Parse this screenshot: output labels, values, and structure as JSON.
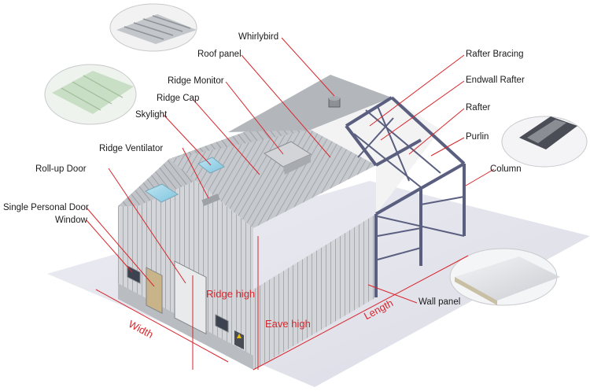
{
  "labels": {
    "whirlybird": "Whirlybird",
    "roof_panel": "Roof panel",
    "ridge_monitor": "Ridge Monitor",
    "ridge_cap": "Ridge Cap",
    "skylight": "Skylight",
    "ridge_ventilator": "Ridge Ventilator",
    "rollup_door": "Roll-up Door",
    "single_personal_door": "Single Personal Door",
    "window": "Window",
    "rafter_bracing": "Rafter Bracing",
    "endwall_rafter": "Endwall Rafter",
    "rafter": "Rafter",
    "purlin": "Purlin",
    "column": "Column",
    "wall_panel": "Wall panel"
  },
  "dimensions": {
    "width": "Width",
    "length": "Length",
    "ridge_high": "Ridge high",
    "eave_high": "Eave high"
  },
  "colors": {
    "leader_line": "#d8262c",
    "frame_steel": "#5a5f80",
    "roof": "#b9bcc0",
    "wall": "#cfd1d4",
    "floor": "#e3e3ec"
  }
}
